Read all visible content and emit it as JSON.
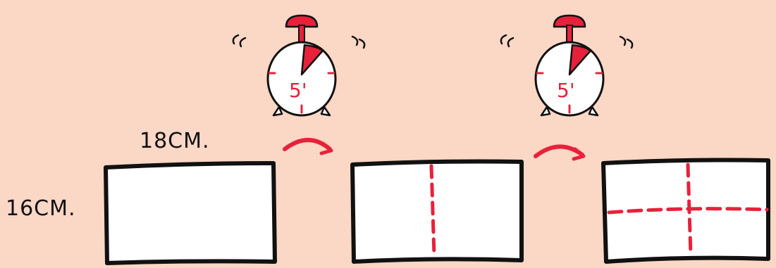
{
  "labels": {
    "width": "18CM.",
    "height": "16CM."
  },
  "timers": [
    {
      "label": "5'"
    },
    {
      "label": "5'"
    }
  ],
  "colors": {
    "background": "#fbd7c5",
    "ink": "#111111",
    "accent": "#e8213b",
    "paper": "#ffffff"
  },
  "icons": {
    "timer": "alarm-clock-icon",
    "arrow": "curved-arrow-icon"
  }
}
